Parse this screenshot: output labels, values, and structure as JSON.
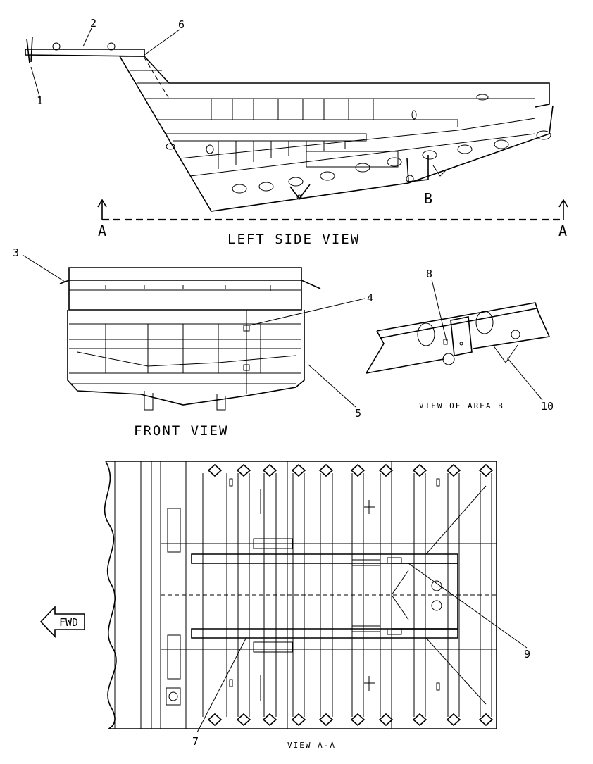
{
  "callouts": [
    "1",
    "2",
    "3",
    "4",
    "5",
    "6",
    "7",
    "8",
    "9",
    "10"
  ],
  "views": {
    "left_side": "LEFT SIDE VIEW",
    "front": "FRONT VIEW",
    "area_b": "VIEW OF AREA B",
    "section_aa": "VIEW A-A"
  },
  "markers": {
    "detail": "B",
    "section_left": "A",
    "section_right": "A",
    "forward": "FWD"
  },
  "colors": {
    "ink": "#000000",
    "paper": "#ffffff"
  }
}
